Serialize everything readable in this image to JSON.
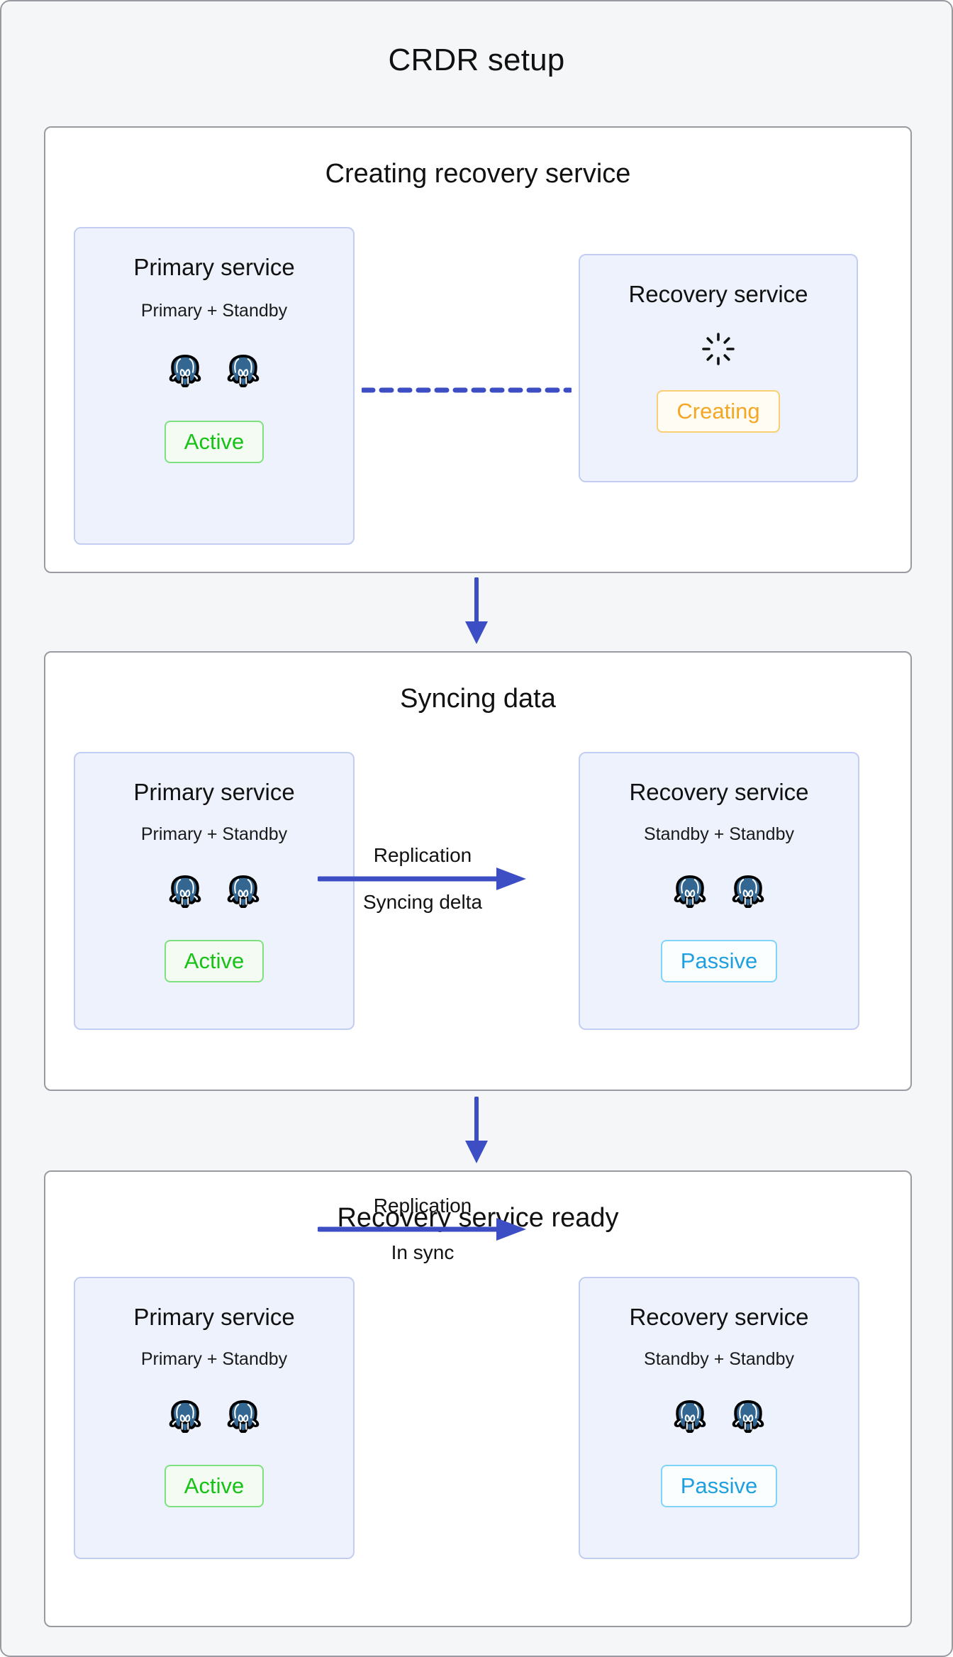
{
  "title": "CRDR setup",
  "colors": {
    "accent_blue": "#3d4ec4",
    "service_box_bg": "#eef2fd",
    "service_box_border": "#c3cdf2",
    "active_green": "#17c217",
    "passive_blue": "#1e9fe0",
    "creating_orange": "#f5a623",
    "postgres_logo": "#336791",
    "panel_border": "#9a9aa3",
    "page_bg": "#f5f6f8"
  },
  "stages": [
    {
      "id": "creating-recovery-service",
      "title": "Creating recovery service",
      "connector": {
        "type": "dashed-line",
        "direction": "left-to-right",
        "label": ""
      },
      "left": {
        "name": "Primary service",
        "subtitle": "Primary + Standby",
        "nodes": 2,
        "node_icon": "postgresql-elephant-icon",
        "status": "Active",
        "status_kind": "active"
      },
      "right": {
        "name": "Recovery service",
        "subtitle": "",
        "nodes": 0,
        "node_icon": "spinner-icon",
        "status": "Creating",
        "status_kind": "creating"
      }
    },
    {
      "id": "syncing-data",
      "title": "Syncing data",
      "connector": {
        "type": "solid-arrow",
        "direction": "left-to-right",
        "label_top": "Replication",
        "label_bottom": "Syncing delta"
      },
      "left": {
        "name": "Primary service",
        "subtitle": "Primary + Standby",
        "nodes": 2,
        "node_icon": "postgresql-elephant-icon",
        "status": "Active",
        "status_kind": "active"
      },
      "right": {
        "name": "Recovery service",
        "subtitle": "Standby + Standby",
        "nodes": 2,
        "node_icon": "postgresql-elephant-icon",
        "status": "Passive",
        "status_kind": "passive"
      }
    },
    {
      "id": "recovery-service-ready",
      "title": "Recovery service ready",
      "connector": {
        "type": "solid-arrow",
        "direction": "left-to-right",
        "label_top": "Replication",
        "label_bottom": "In sync"
      },
      "left": {
        "name": "Primary service",
        "subtitle": "Primary + Standby",
        "nodes": 2,
        "node_icon": "postgresql-elephant-icon",
        "status": "Active",
        "status_kind": "active"
      },
      "right": {
        "name": "Recovery service",
        "subtitle": "Standby + Standby",
        "nodes": 2,
        "node_icon": "postgresql-elephant-icon",
        "status": "Passive",
        "status_kind": "passive"
      }
    }
  ],
  "flow_connectors": [
    {
      "from": "creating-recovery-service",
      "to": "syncing-data",
      "type": "down-arrow"
    },
    {
      "from": "syncing-data",
      "to": "recovery-service-ready",
      "type": "down-arrow"
    }
  ]
}
